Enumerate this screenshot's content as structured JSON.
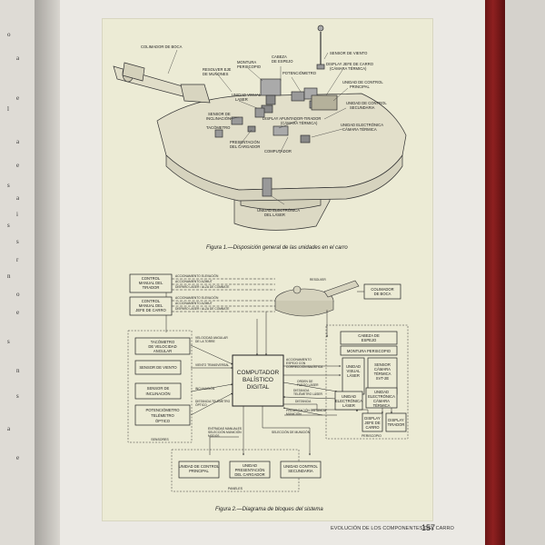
{
  "left_page": {
    "fragments": [
      "o",
      "a",
      "e",
      "l",
      "a",
      "e",
      "s",
      "a",
      "i",
      "s",
      "s",
      "r",
      "n",
      "o",
      "e",
      "s",
      "n",
      "s",
      "a",
      "e"
    ]
  },
  "figure1": {
    "caption": "Figura 1.—Disposición general de las unidades en el carro",
    "labels": {
      "colimador": "COLIMADOR DE BOCA",
      "sensor_viento": "SENSOR DE VIENTO",
      "resolver": [
        "RESOLVER EJE",
        "DE MUÑONES"
      ],
      "montura": [
        "MONTURA",
        "PERISCOPIO"
      ],
      "cabeza": [
        "CABEZA",
        "DE ESPEJO"
      ],
      "potenciometro": "POTENCIÓMETRO",
      "display_jefe": [
        "DISPLAY JEFE DE CARRO",
        "(CÁMARA TÉRMICA)"
      ],
      "unidad_visual": [
        "UNIDAD VISUAL",
        "LASER"
      ],
      "unidad_principal": [
        "UNIDAD DE CONTROL",
        "PRINCIPAL"
      ],
      "sensor_inclinacion": [
        "SENSOR DE",
        "INCLINACIÓN"
      ],
      "tacometro": "TACÓMETRO",
      "display_tirador": [
        "DISPLAY APUNTADOR-TIRADOR",
        "(CÁMARA TÉRMICA)"
      ],
      "unidad_secundaria": [
        "UNIDAD DE CONTROL",
        "SECUNDARIA"
      ],
      "electronica_camara": [
        "UNIDAD ELECTRÓNICA",
        "CÁMARA TÉRMICA"
      ],
      "presentacion": [
        "PRESENTACIÓN",
        "DEL CARGADOR"
      ],
      "computador": "COMPUTADOR",
      "electronica_laser": [
        "UNIDAD ELECTRÓNICA",
        "DEL LÁSER"
      ]
    }
  },
  "figure2": {
    "caption": "Figura 2.—Diagrama de bloques del sistema",
    "blocks": {
      "control_tirador": [
        "CONTROL",
        "MANUAL DEL",
        "TIRADOR"
      ],
      "control_jefe": [
        "CONTROL",
        "MANUAL DEL",
        "JEFE DE CARRO"
      ],
      "colimador": [
        "COLIMADOR",
        "DE BOCA"
      ],
      "tacometro": [
        "TACÓMETRO",
        "DE VELOCIDAD",
        "ANGULAR"
      ],
      "sensor_viento": [
        "SENSOR DE VIENTO"
      ],
      "sensor_inclinacion": [
        "SENSOR DE",
        "INCLINACIÓN"
      ],
      "potenciometro": [
        "POTENCIÓMETRO",
        "TELÉMETRO",
        "ÓPTICO"
      ],
      "computador": [
        "COMPUTADOR",
        "BALÍSTICO",
        "DIGITAL"
      ],
      "cabeza": [
        "CABEZA DE",
        "ESPEJO"
      ],
      "montura": [
        "MONTURA PERISCOPIO"
      ],
      "unidad_visual": [
        "UNIDAD",
        "VISUAL",
        "LÁSER"
      ],
      "sensor_camara": [
        "SENSOR",
        "CÁMARA",
        "TÉRMICA",
        "SVT-2E"
      ],
      "electronica_laser": [
        "UNIDAD",
        "ELECTRÓNICA",
        "LÁSER"
      ],
      "electronica_camara": [
        "UNIDAD",
        "ELECTRÓNICA",
        "CÁMARA",
        "TÉRMICA"
      ],
      "display_jefe": [
        "DISPLAY",
        "JEFE DE",
        "CARRO"
      ],
      "display_tirador": [
        "DISPLAY",
        "TIRADOR"
      ],
      "unidad_principal": [
        "UNIDAD DE CONTROL",
        "PRINCIPAL"
      ],
      "unidad_presentacion": [
        "UNIDAD",
        "PRESENTACIÓN",
        "DEL CARGADOR"
      ],
      "unidad_secundaria": [
        "UNIDAD CONTROL",
        "SECUNDARIA"
      ]
    },
    "group_labels": {
      "sensores": "SENSORES",
      "periscopio": "PERISCOPIO",
      "paneles": "PANELES"
    },
    "signals": {
      "acc_elev_1": "ACCIONAMIENTO ELEVACIÓN",
      "acc_az_1": "ACCIONAMIENTO AZIMUT",
      "disp_laser_1": "DISPARO LÁSER / ALZA DE COMBATE",
      "acc_elev_2": "ACCIONAMIENTO ELEVACIÓN",
      "acc_az_2": "ACCIONAMIENTO AZIMUT",
      "disp_laser_2": "DISPARO LÁSER / ALZA DE COMBATE",
      "resolver": "RESOLVER",
      "vel_angular": [
        "VELOCIDAD ANGULAR",
        "DE LA TORRE"
      ],
      "viento": "VIENTO TRANSVERSAL",
      "inclinacion": "INCLINACIÓN",
      "distancia_telemetro": [
        "DISTANCIA TELÉMETRO",
        "ÓPTICO"
      ],
      "acc_espejo": [
        "ACCIONAMIENTO",
        "ESPEJO CON",
        "CORRECCIÓN BALÍSTICA"
      ],
      "orden_laser": [
        "ORDEN DE",
        "FUEGO LÁSER"
      ],
      "dist_laser": [
        "DISTANCIA",
        "TELÉMETRO LÁSER"
      ],
      "dist_laser2": "DISTANCIA",
      "presentacion_munic": [
        "PRESENTACIÓN DISTANCIA",
        "MUNICIÓN"
      ],
      "entradas_manuales": [
        "ENTRADAS MANUALES",
        "SELECCIÓN MUNICIÓN",
        "MODOS"
      ],
      "seleccion_municion": "SELECCIÓN DE MUNICIÓN"
    }
  },
  "footer": {
    "text": "EVOLUCIÓN DE LOS COMPONENTES DEL CARRO",
    "page_number": "157"
  }
}
